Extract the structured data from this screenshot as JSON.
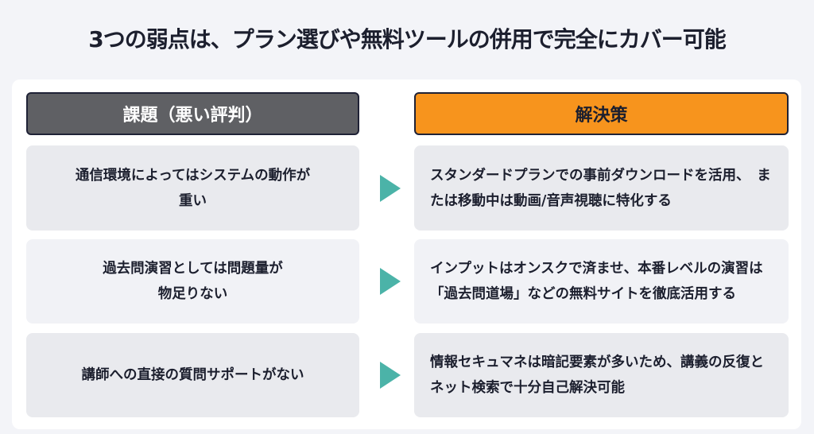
{
  "title": "3つの弱点は、プラン選びや無料ツールの併用で完全にカバー可能",
  "headers": {
    "problem": "課題（悪い評判）",
    "solution": "解決策"
  },
  "rows": [
    {
      "problem": "通信環境によってはシステムの動作が重い",
      "solution": "スタンダードプランでの事前ダウンロードを活用、　または移動中は動画/音声視聴に特化する"
    },
    {
      "problem": "過去問演習としては問題量が物足りない",
      "solution": "インプットはオンスクで済ませ、本番レベルの演習は「過去問道場」などの無料サイトを徹底活用する"
    },
    {
      "problem": "講師への直接の質問サポートがない",
      "solution": "情報セキュマネは暗記要素が多いため、講義の反復とネット検索で十分自己解決可能"
    }
  ],
  "colors": {
    "accent": "#f7941d",
    "arrow": "#4bb3a8",
    "header_gray": "#5f6064"
  }
}
